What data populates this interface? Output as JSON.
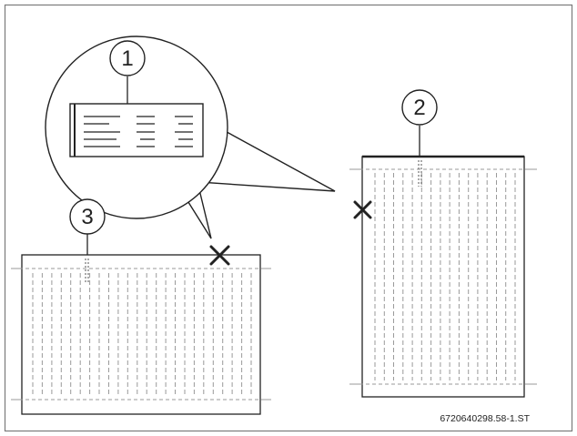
{
  "figure": {
    "reference_code": "6720640298.58-1.ST",
    "callouts": [
      {
        "id": "1",
        "label": "1"
      },
      {
        "id": "2",
        "label": "2"
      },
      {
        "id": "3",
        "label": "3"
      }
    ],
    "colors": {
      "frame": "#7a7a7a",
      "ink": "#222222",
      "dashed": "#9a9a9a",
      "background": "#ffffff"
    }
  }
}
